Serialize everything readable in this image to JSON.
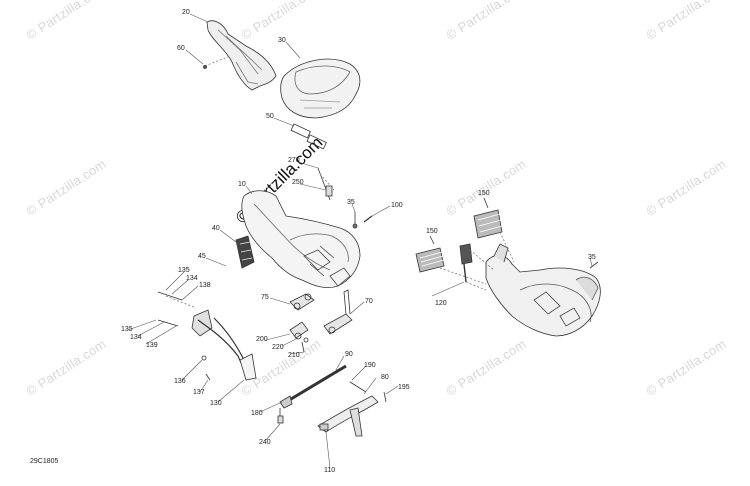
{
  "watermark": "© Partzilla.com",
  "diagram_code": "29C1805",
  "callouts": [
    "20",
    "60",
    "30",
    "50",
    "270",
    "250",
    "10",
    "35",
    "100",
    "40",
    "45",
    "135",
    "134",
    "138",
    "75",
    "70",
    "135",
    "134",
    "139",
    "200",
    "220",
    "210",
    "90",
    "136",
    "137",
    "130",
    "190",
    "80",
    "195",
    "180",
    "110",
    "240",
    "150",
    "150",
    "35",
    "120"
  ]
}
